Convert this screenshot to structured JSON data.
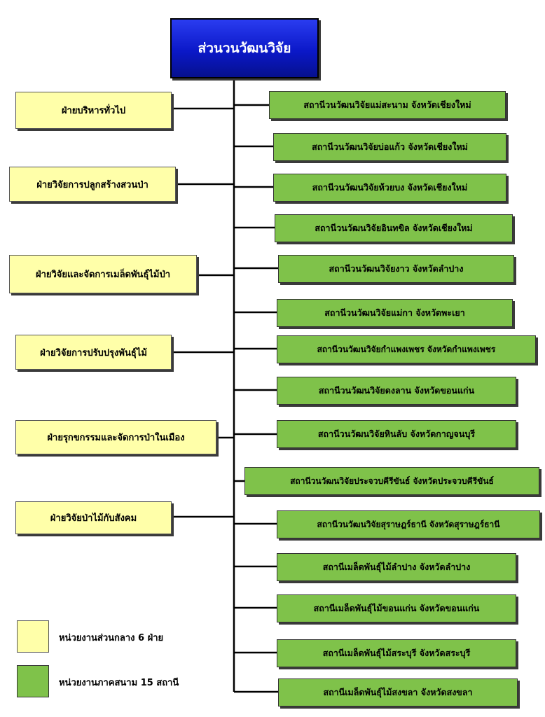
{
  "title": "ส่วนวนวัฒนวิจัย",
  "colors": {
    "title_bg": "#0b18c8",
    "department_bg": "#ffffa9",
    "station_bg": "#7fc24a",
    "line": "#000000"
  },
  "departments": [
    "ฝ่ายบริหารทั่วไป",
    "ฝ่ายวิจัยการปลูกสร้างสวนป่า",
    "ฝ่ายวิจัยและจัดการเมล็ดพันธุ์ไม้ป่า",
    "ฝ่ายวิจัยการปรับปรุงพันธุ์ไม้",
    "ฝ่ายรุกขกรรมและจัดการป่าในเมือง",
    "ฝ่ายวิจัยป่าไม้กับสังคม"
  ],
  "stations": [
    "สถานีวนวัฒนวิจัยแม่สะนาม จังหวัดเชียงใหม่",
    "สถานีวนวัฒนวิจัยบ่อแก้ว จังหวัดเชียงใหม่",
    "สถานีวนวัฒนวิจัยห้วยบง จังหวัดเชียงใหม่",
    "สถานีวนวัฒนวิจัยอินทขิล จังหวัดเชียงใหม่",
    "สถานีวนวัฒนวิจัยงาว จังหวัดลำปาง",
    "สถานีวนวัฒนวิจัยแม่กา จังหวัดพะเยา",
    "สถานีวนวัฒนวิจัยกำแพงเพชร จังหวัดกำแพงเพชร",
    "สถานีวนวัฒนวิจัยดงลาน จังหวัดขอนแก่น",
    "สถานีวนวัฒนวิจัยหินลับ จังหวัดกาญจนบุรี",
    "สถานีวนวัฒนวิจัยประจวบคีรีขันธ์ จังหวัดประจวบคีรีขันธ์",
    "สถานีวนวัฒนวิจัยสุราษฎร์ธานี จังหวัดสุราษฎร์ธานี",
    "สถานีเมล็ดพันธุ์ไม้ลำปาง จังหวัดลำปาง",
    "สถานีเมล็ดพันธุ์ไม้ขอนแก่น จังหวัดขอนแก่น",
    "สถานีเมล็ดพันธุ์ไม้สระบุรี จังหวัดสระบุรี",
    "สถานีเมล็ดพันธุ์ไม้สงขลา จังหวัดสงขลา"
  ],
  "legend": {
    "central": "หน่วยงานส่วนกลาง 6 ฝ่าย",
    "field": "หน่วยงานภาคสนาม 15 สถานี"
  }
}
